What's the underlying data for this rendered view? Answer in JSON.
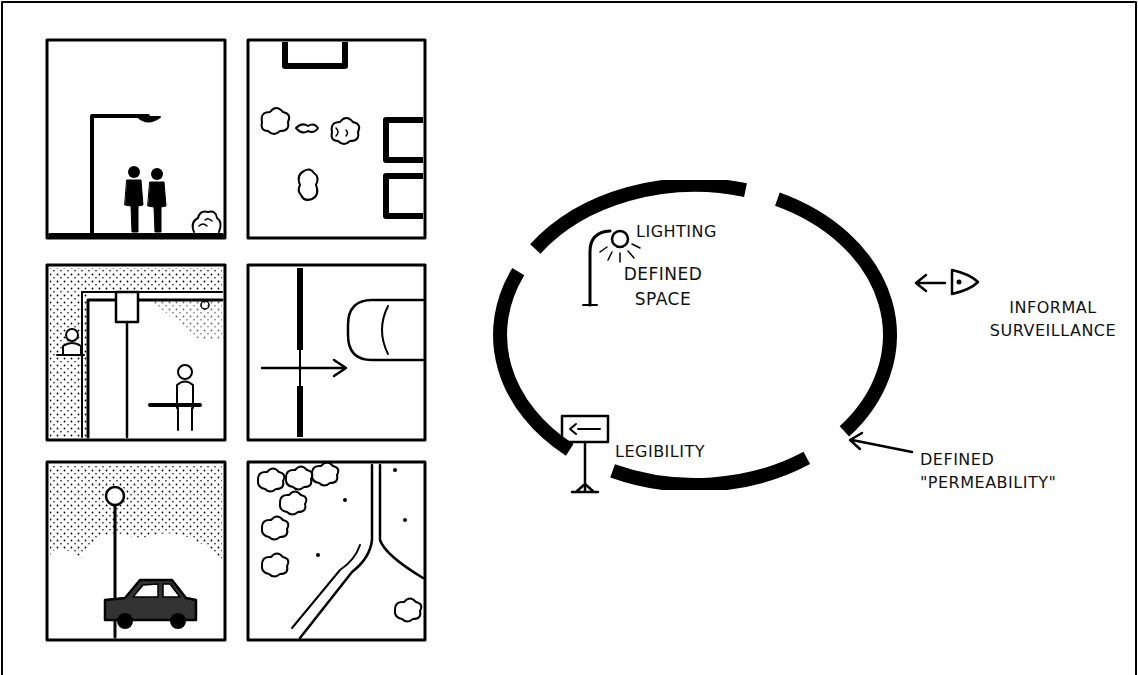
{
  "diagram": {
    "nodes": [
      {
        "text": [
          "DEFINED SPACE"
        ]
      }
    ],
    "labels": [
      "LIGHTING",
      "INFORMAL SURVEILLANCE",
      "LEGIBILITY",
      "DEFINED \"PERMEABILITY\""
    ]
  }
}
